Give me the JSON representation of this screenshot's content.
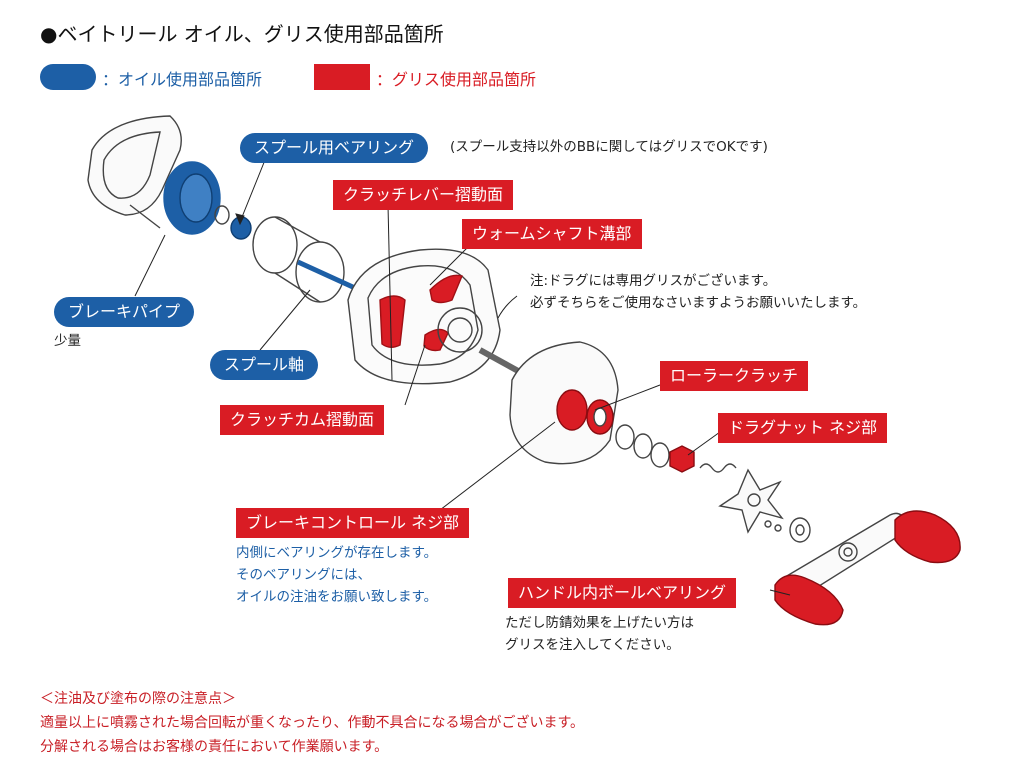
{
  "title": "●ベイトリール オイル、グリス使用部品箇所",
  "legend": {
    "oil_label": "：オイル使用部品箇所",
    "grease_label": "：グリス使用部品箇所",
    "oil_color": "#1d5fa6",
    "grease_color": "#d91c24"
  },
  "labels": {
    "spool_bearing": "スプール用ベアリング",
    "spool_bearing_note": "(スプール支持以外のBBに関してはグリスでOKです)",
    "brake_pipe": "ブレーキパイプ",
    "brake_pipe_note": "少量",
    "spool_shaft": "スプール軸",
    "clutch_lever": "クラッチレバー摺動面",
    "worm_shaft": "ウォームシャフト溝部",
    "drag_note_1": "注:ドラグには専用グリスがございます。",
    "drag_note_2": "必ずそちらをご使用なさいますようお願いいたします。",
    "clutch_cam": "クラッチカム摺動面",
    "roller_clutch": "ローラークラッチ",
    "drag_nut": "ドラグナット ネジ部",
    "brake_control": "ブレーキコントロール ネジ部",
    "brake_control_note_1": "内側にベアリングが存在します。",
    "brake_control_note_2": "そのベアリングには、",
    "brake_control_note_3": "オイルの注油をお願い致します。",
    "handle_bearing": "ハンドル内ボールベアリング",
    "handle_note_1": "ただし防錆効果を上げたい方は",
    "handle_note_2": "グリスを注入してください。"
  },
  "caution": {
    "heading": "＜注油及び塗布の際の注意点＞",
    "line1": "適量以上に噴霧された場合回転が重くなったり、作動不具合になる場合がございます。",
    "line2": "分解される場合はお客様の責任において作業願います。"
  }
}
